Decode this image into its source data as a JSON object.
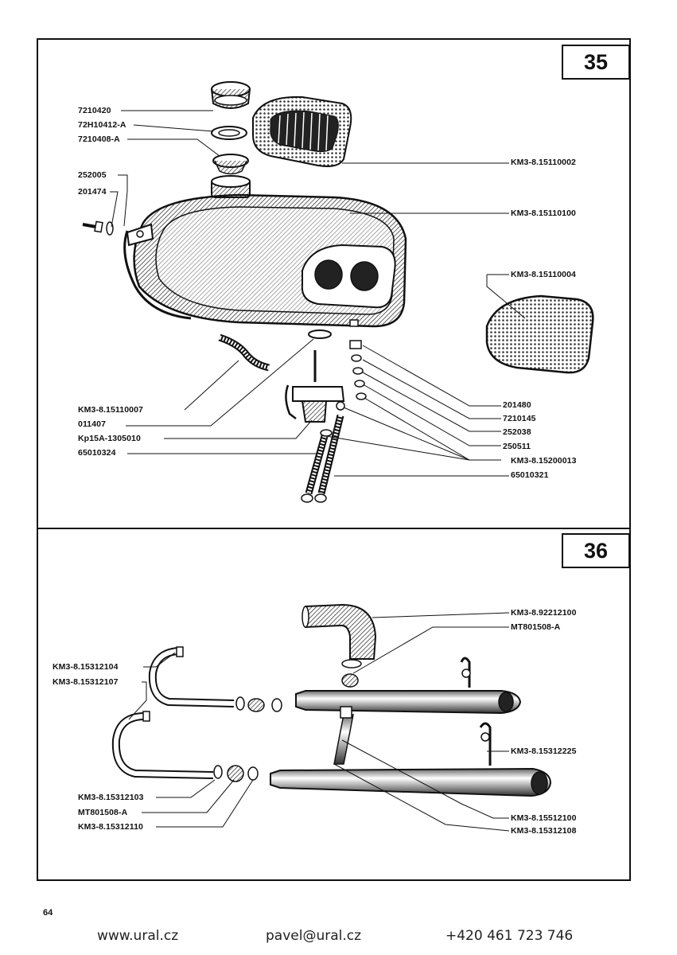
{
  "page_number": "64",
  "footer": {
    "website": "www.ural.cz",
    "email": "pavel@ural.cz",
    "phone": "+420 461 723 746"
  },
  "figure35": {
    "number": "35",
    "left_labels": [
      "7210420",
      "72H10412-A",
      "7210408-A",
      "252005",
      "201474",
      "KM3-8.15110007",
      "011407",
      "Kp15A-1305010",
      "65010324"
    ],
    "right_labels": [
      "KM3-8.15110002",
      "KM3-8.15110100",
      "KM3-8.15110004",
      "201480",
      "7210145",
      "252038",
      "250511",
      "KM3-8.15200013",
      "65010321"
    ]
  },
  "figure36": {
    "number": "36",
    "left_labels": [
      "KM3-8.15312104",
      "KM3-8.15312107",
      "KM3-8.15312103",
      "MT801508-A",
      "KM3-8.15312110"
    ],
    "right_labels": [
      "KM3-8.92212100",
      "MT801508-A",
      "KM3-8.15312225",
      "KM3-8.15512100",
      "KM3-8.15312108"
    ]
  }
}
